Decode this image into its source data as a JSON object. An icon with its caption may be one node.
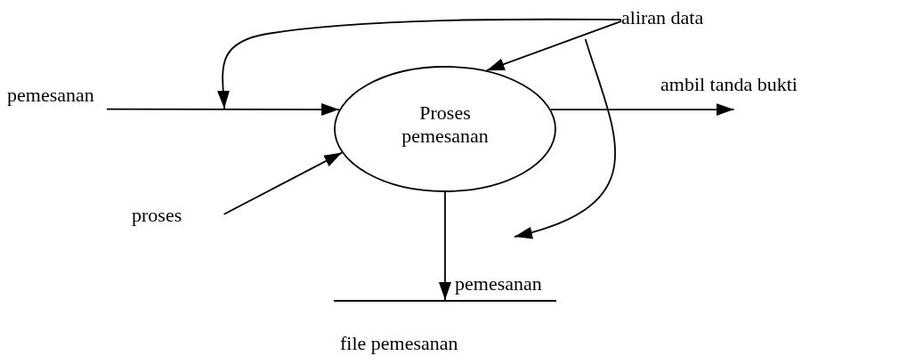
{
  "diagram": {
    "nodes": [
      {
        "text": [
          "pemesanan"
        ]
      },
      {
        "text": [
          "Proses pemesanan"
        ]
      },
      {
        "text": [
          "ambil tanda bukti"
        ]
      },
      {
        "text": [
          "proses"
        ]
      },
      {
        "text": [
          "aliran data"
        ]
      },
      {
        "text": [
          "file pemesanan"
        ]
      }
    ],
    "edges": [
      {
        "from": 0,
        "to": 1,
        "arrow": "to"
      },
      {
        "from": 3,
        "to": 1,
        "arrow": "to"
      },
      {
        "from": 1,
        "to": 2,
        "arrow": "to"
      },
      {
        "from": 1,
        "to": 5,
        "arrow": "to",
        "label": "pemesanan"
      },
      {
        "from": 4,
        "to": null,
        "arrow": "to"
      },
      {
        "from": 4,
        "to": 1,
        "arrow": "to"
      },
      {
        "from": 4,
        "to": null,
        "arrow": "to"
      }
    ]
  }
}
